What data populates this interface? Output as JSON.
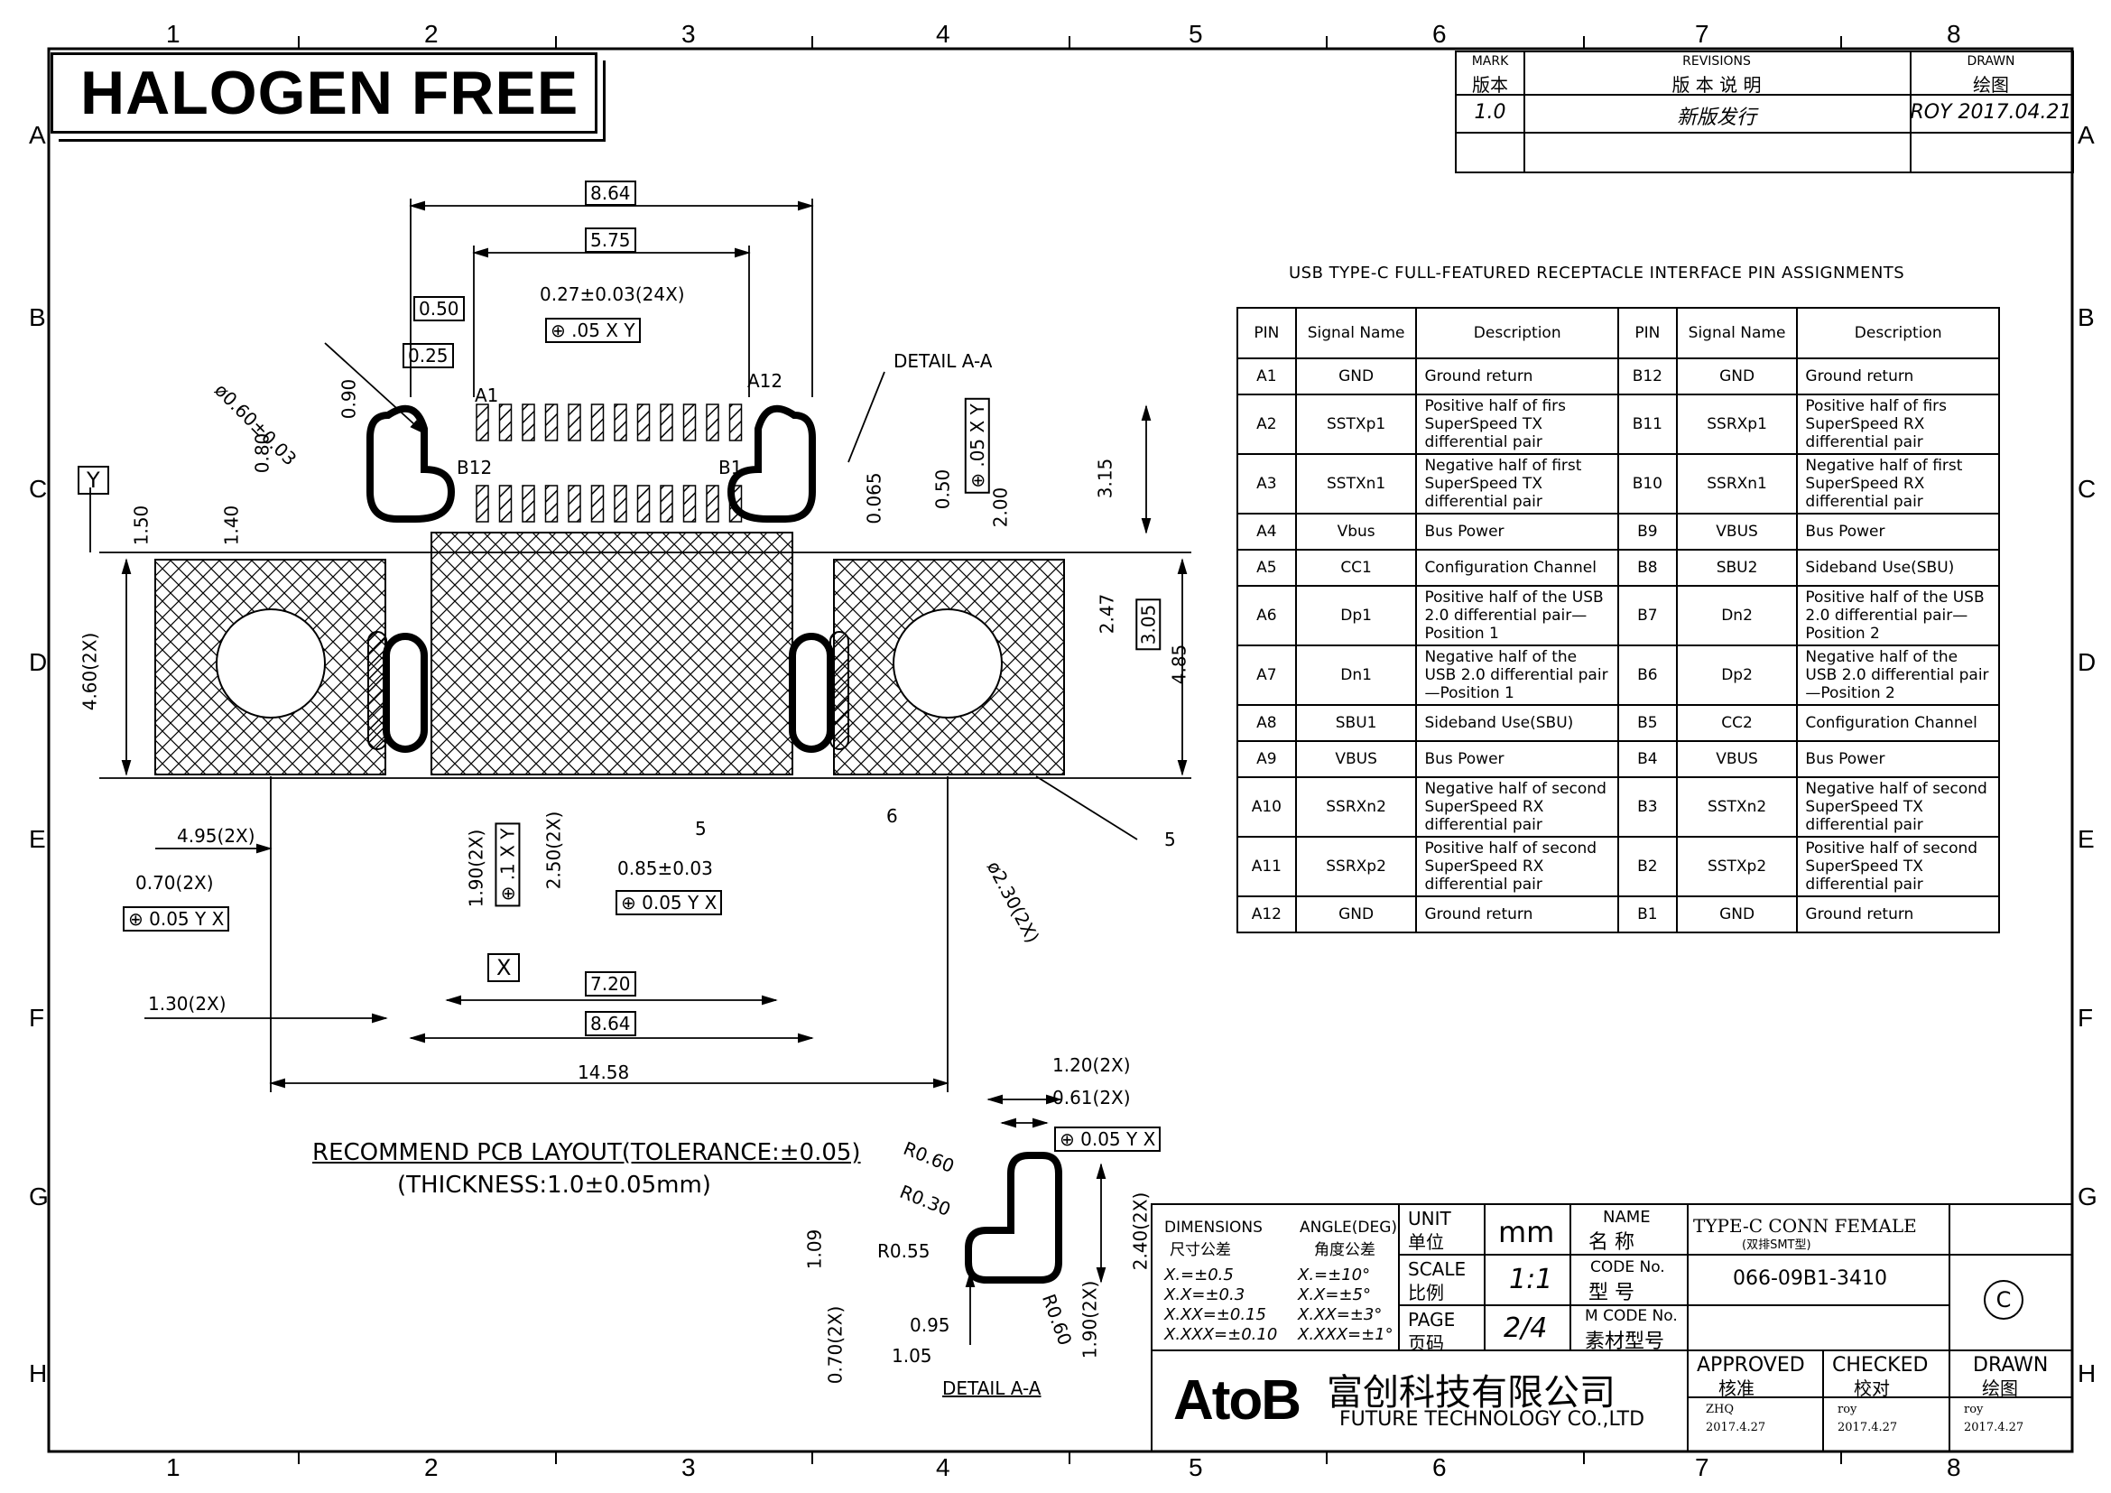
{
  "header": {
    "halogen": "HALOGEN FREE"
  },
  "zones": {
    "cols": [
      "1",
      "2",
      "3",
      "4",
      "5",
      "6",
      "7",
      "8"
    ],
    "rows": [
      "A",
      "B",
      "C",
      "D",
      "E",
      "F",
      "G",
      "H"
    ]
  },
  "revisions": {
    "mark_en": "MARK",
    "mark_cn": "版本",
    "rev_en": "REVISIONS",
    "rev_cn": "版 本 说 明",
    "drawn_en": "DRAWN",
    "drawn_cn": "绘图",
    "version": "1.0",
    "description": "新版发行",
    "drawn_by": "ROY 2017.04.21"
  },
  "pin_table": {
    "title": "USB TYPE-C FULL-FEATURED RECEPTACLE INTERFACE PIN ASSIGNMENTS",
    "headers": [
      "PIN",
      "Signal Name",
      "Description",
      "PIN",
      "Signal Name",
      "Description"
    ],
    "rows": [
      [
        "A1",
        "GND",
        "Ground return",
        "B12",
        "GND",
        "Ground return"
      ],
      [
        "A2",
        "SSTXp1",
        "Positive half of firs SuperSpeed TX differential pair",
        "B11",
        "SSRXp1",
        "Positive half of firs SuperSpeed RX differential pair"
      ],
      [
        "A3",
        "SSTXn1",
        "Negative half of first SuperSpeed TX differential pair",
        "B10",
        "SSRXn1",
        "Negative half of first SuperSpeed RX differential pair"
      ],
      [
        "A4",
        "Vbus",
        "Bus Power",
        "B9",
        "VBUS",
        "Bus Power"
      ],
      [
        "A5",
        "CC1",
        "Configuration Channel",
        "B8",
        "SBU2",
        "Sideband Use(SBU)"
      ],
      [
        "A6",
        "Dp1",
        "Positive half of the USB 2.0 differential pair—Position 1",
        "B7",
        "Dn2",
        "Positive half of the USB 2.0 differential pair—Position 2"
      ],
      [
        "A7",
        "Dn1",
        "Negative half of the USB 2.0 differential pair—Position 1",
        "B6",
        "Dp2",
        "Negative half of the USB 2.0 differential pair—Position 2"
      ],
      [
        "A8",
        "SBU1",
        "Sideband Use(SBU)",
        "B5",
        "CC2",
        "Configuration Channel"
      ],
      [
        "A9",
        "VBUS",
        "Bus Power",
        "B4",
        "VBUS",
        "Bus Power"
      ],
      [
        "A10",
        "SSRXn2",
        "Negative half of second SuperSpeed RX differential pair",
        "B3",
        "SSTXn2",
        "Negative half of second SuperSpeed TX differential pair"
      ],
      [
        "A11",
        "SSRXp2",
        "Positive half of second SuperSpeed RX differential pair",
        "B2",
        "SSTXp2",
        "Positive half of second SuperSpeed TX differential pair"
      ],
      [
        "A12",
        "GND",
        "Ground return",
        "B1",
        "GND",
        "Ground return"
      ]
    ]
  },
  "dims": {
    "d864": "8.64",
    "d575": "5.75",
    "d050": "0.50",
    "d025": "0.25",
    "d027": "0.27±0.03(24X)",
    "fcf1": "⊕ .05 X Y",
    "d060": "ø0.60±0.03",
    "d090": "0.90",
    "d080": "0.80",
    "d150": "1.50",
    "d140": "1.40",
    "a1": "A1",
    "a12": "A12",
    "b12": "B12",
    "b1": "B1",
    "detail": "DETAIL A-A",
    "d0065": "0.065",
    "d050v": "0.50",
    "fcf_v": "⊕ .05 X Y",
    "d200": "2.00",
    "d315": "3.15",
    "d247": "2.47",
    "d305": "3.05",
    "d485": "4.85",
    "d460": "4.60(2X)",
    "d495": "4.95(2X)",
    "d070": "0.70(2X)",
    "fcf2": "⊕ 0.05 Y X",
    "d190": "1.90(2X)",
    "fcf3": "⊕ .1 X Y",
    "d250": "2.50(2X)",
    "d085": "0.85±0.03",
    "fcf4": "⊕ 0.05 Y X",
    "d230": "ø2.30(2X)",
    "n5a": "5",
    "n6": "6",
    "n5b": "5",
    "datum_y": "Y",
    "datum_x": "X",
    "d720": "7.20",
    "d864b": "8.64",
    "d130": "1.30(2X)",
    "d1458": "14.58"
  },
  "pcb_note": {
    "line1": "RECOMMEND PCB LAYOUT(TOLERANCE:±0.05)",
    "line2": "(THICKNESS:1.0±0.05mm)"
  },
  "detail": {
    "d120": "1.20(2X)",
    "d061": "0.61(2X)",
    "fcf": "⊕ 0.05 Y X",
    "r060": "R0.60",
    "r030": "R0.30",
    "r055": "R0.55",
    "d109": "1.09",
    "d240": "2.40(2X)",
    "d095": "0.95",
    "d105": "1.05",
    "r060b": "R0.60",
    "d190": "1.90(2X)",
    "d070": "0.70(2X)",
    "title": "DETAIL A-A"
  },
  "title_block": {
    "dimensions_en": "DIMENSIONS",
    "dimensions_cn": "尺寸公差",
    "angle_en": "ANGLE(DEG)",
    "angle_cn": "角度公差",
    "tol": [
      "X.=±0.5",
      "X.X=±0.3",
      "X.XX=±0.15",
      "X.XXX=±0.10"
    ],
    "ang": [
      "X.=±10°",
      "X.X=±5°",
      "X.XX=±3°",
      "X.XXX=±1°"
    ],
    "unit_en": "UNIT",
    "unit_cn": "单位",
    "unit": "mm",
    "scale_en": "SCALE",
    "scale_cn": "比例",
    "scale": "1:1",
    "page_en": "PAGE",
    "page_cn": "页码",
    "page": "2/4",
    "name_en": "NAME",
    "name_cn": "名 称",
    "name": "TYPE-C CONN FEMALE",
    "name_sub": "(双排SMT型)",
    "code_en": "CODE No.",
    "code_cn": "型 号",
    "code": "066-09B1-3410",
    "mcode_en": "M CODE No.",
    "mcode_cn": "素材型号",
    "copyright": "C",
    "logo": "AtoB",
    "company_cn": "富创科技有限公司",
    "company_en": "FUTURE TECHNOLOGY CO.,LTD",
    "approved_en": "APPROVED",
    "approved_cn": "核准",
    "approved_by": "ZHQ",
    "approved_date": "2017.4.27",
    "checked_en": "CHECKED",
    "checked_cn": "校对",
    "checked_by": "roy",
    "checked_date": "2017.4.27",
    "drawn_en": "DRAWN",
    "drawn_cn": "绘图",
    "drawn_by": "roy",
    "drawn_date": "2017.4.27"
  }
}
